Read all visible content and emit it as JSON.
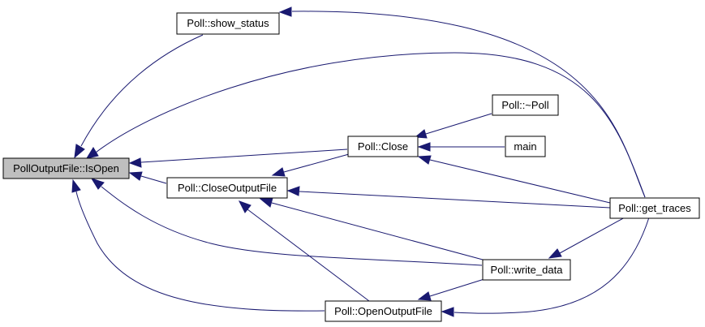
{
  "colors": {
    "edge": "#191970",
    "root_fill": "#bfbfbf",
    "node_fill": "#ffffff",
    "node_stroke": "#000000"
  },
  "nodes": {
    "root": "PollOutputFile::IsOpen",
    "show_status": "Poll::show_status",
    "close_output_file": "Poll::CloseOutputFile",
    "close": "Poll::Close",
    "destructor": "Poll::~Poll",
    "main": "main",
    "get_traces": "Poll::get_traces",
    "write_data": "Poll::write_data",
    "open_output_file": "Poll::OpenOutputFile"
  }
}
